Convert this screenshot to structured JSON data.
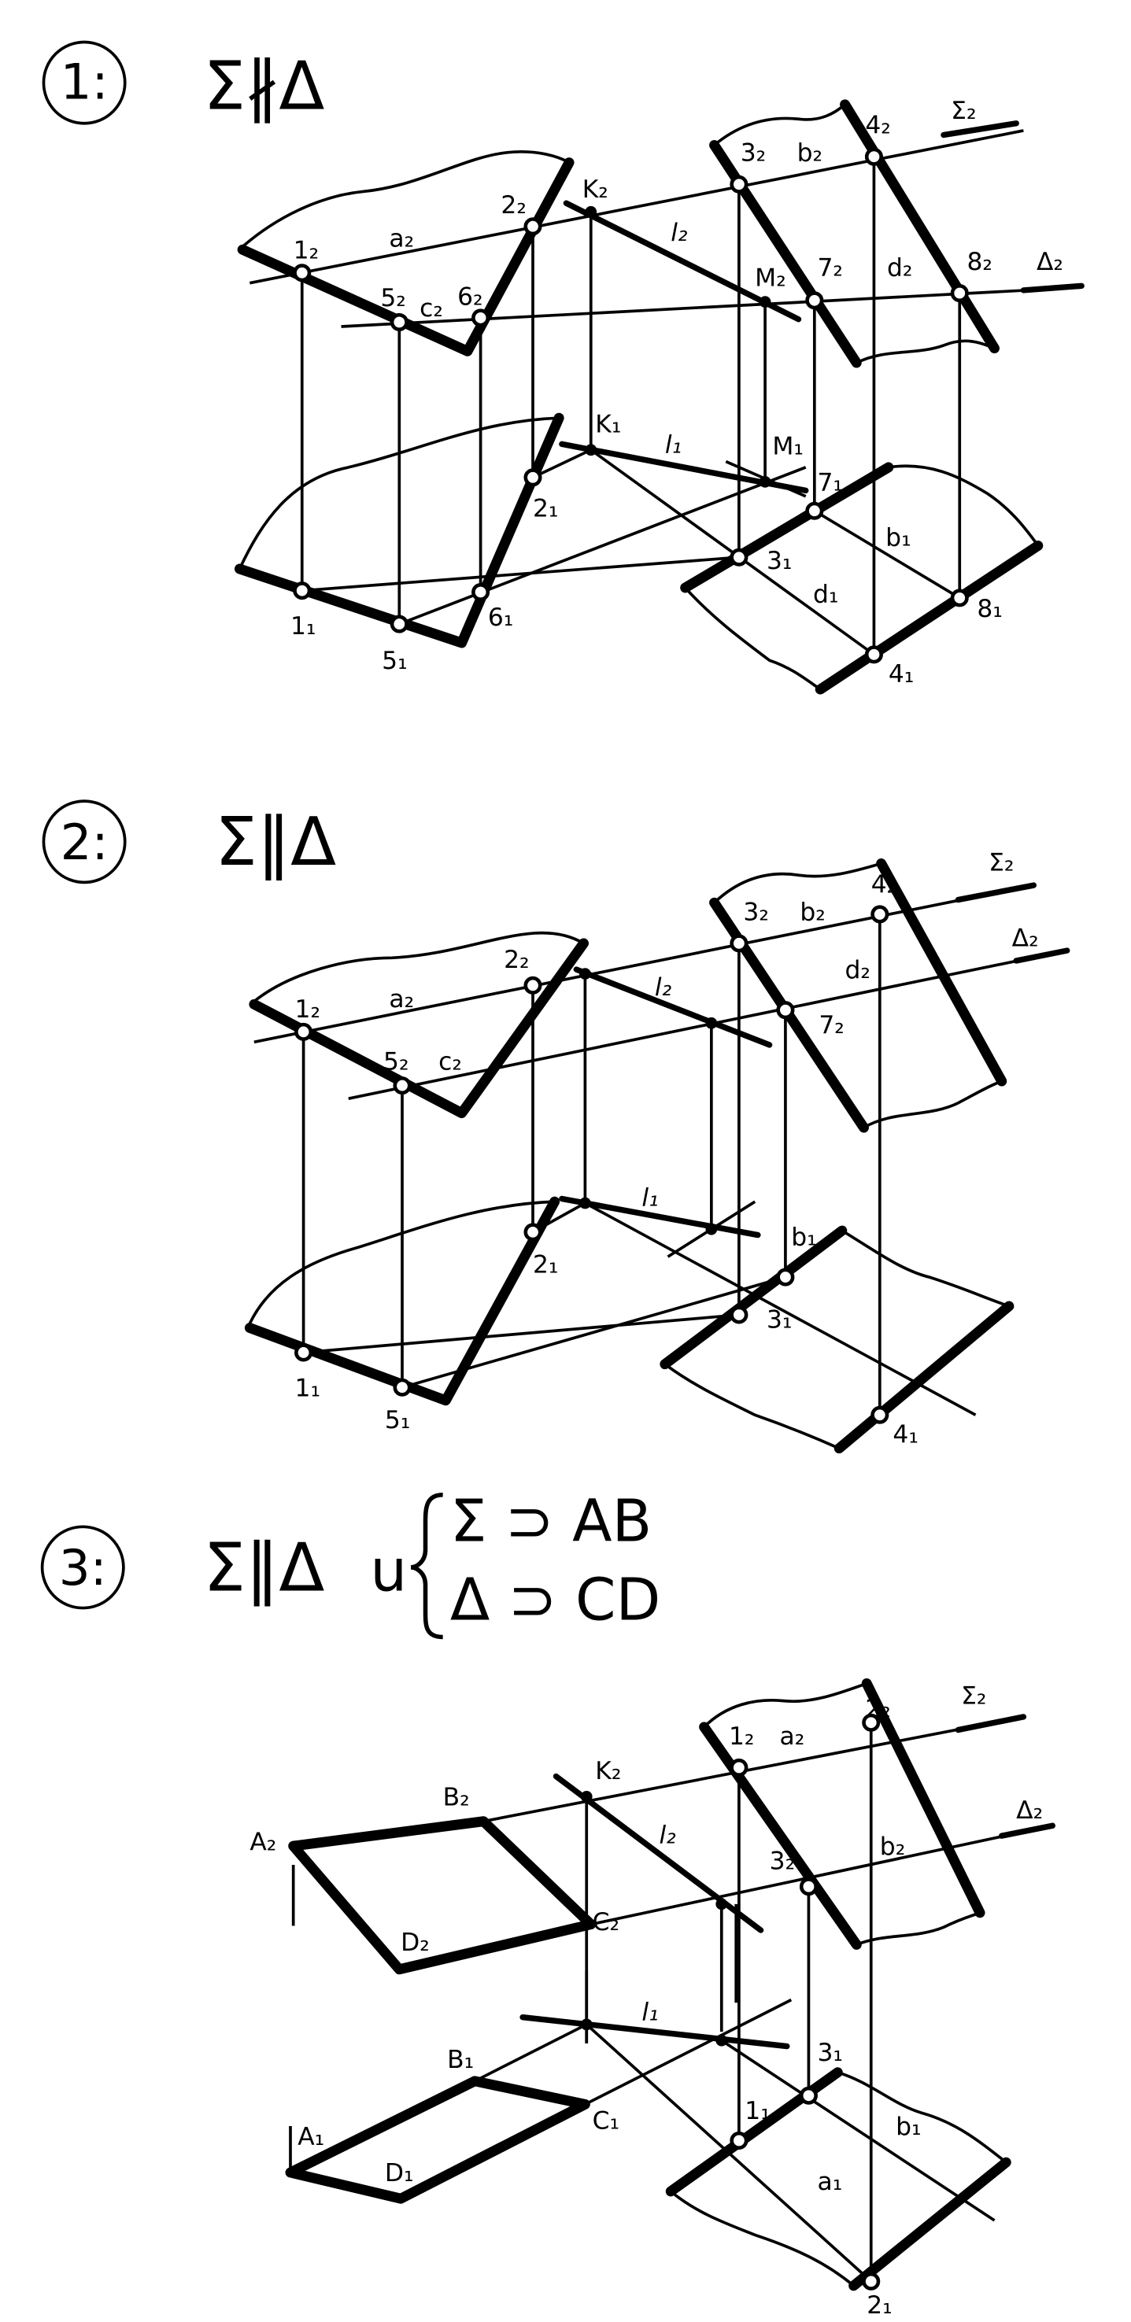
{
  "sections": [
    {
      "number": "1:",
      "condition": "Σ∦Δ",
      "labels": {
        "a2": "a₂",
        "c2": "c₂",
        "l2": "l₂",
        "b2": "b₂",
        "d2": "d₂",
        "p1_2": "1₂",
        "p2_2": "2₂",
        "p5_2": "5₂",
        "p6_2": "6₂",
        "K2": "K₂",
        "M2": "M₂",
        "p3_2": "3₂",
        "p4_2": "4₂",
        "p7_2": "7₂",
        "p8_2": "8₂",
        "Sigma2": "Σ₂",
        "Delta2": "Δ₂",
        "K1": "K₁",
        "l1": "l₁",
        "M1": "M₁",
        "p7_1": "7₁",
        "p2_1": "2₁",
        "p3_1": "3₁",
        "b1": "b₁",
        "d1": "d₁",
        "p1_1": "1₁",
        "p5_1": "5₁",
        "p6_1": "6₁",
        "p8_1": "8₁",
        "p4_1": "4₁"
      }
    },
    {
      "number": "2:",
      "condition": "Σ‖Δ",
      "labels": {
        "a2": "a₂",
        "c2": "c₂",
        "l2": "l₂",
        "b2": "b₂",
        "d2": "d₂",
        "p1_2": "1₂",
        "p2_2": "2₂",
        "p5_2": "5₂",
        "p3_2": "3₂",
        "p4_2": "4₂",
        "p7_2": "7₂",
        "Sigma2": "Σ₂",
        "Delta2": "Δ₂",
        "l1": "l₁",
        "b1": "b₁",
        "p2_1": "2₁",
        "p3_1": "3₁",
        "p1_1": "1₁",
        "p5_1": "5₁",
        "p4_1": "4₁"
      }
    },
    {
      "number": "3:",
      "condition": "Σ‖Δ",
      "conjunction": "u",
      "system": [
        "Σ ⊃ AB",
        "Δ ⊃ CD"
      ],
      "labels": {
        "A2": "A₂",
        "B2": "B₂",
        "C2": "C₂",
        "D2": "D₂",
        "K2": "K₂",
        "l2": "l₂",
        "p1_2": "1₂",
        "a2": "a₂",
        "p2_2": "2₂",
        "p3_2": "3₂",
        "b2": "b₂",
        "Sigma2": "Σ₂",
        "Delta2": "Δ₂",
        "A1": "A₁",
        "B1": "B₁",
        "C1": "C₁",
        "D1": "D₁",
        "l1": "l₁",
        "p1_1": "1₁",
        "p3_1": "3₁",
        "b1": "b₁",
        "a1": "a₁",
        "p2_1": "2₁"
      }
    }
  ]
}
